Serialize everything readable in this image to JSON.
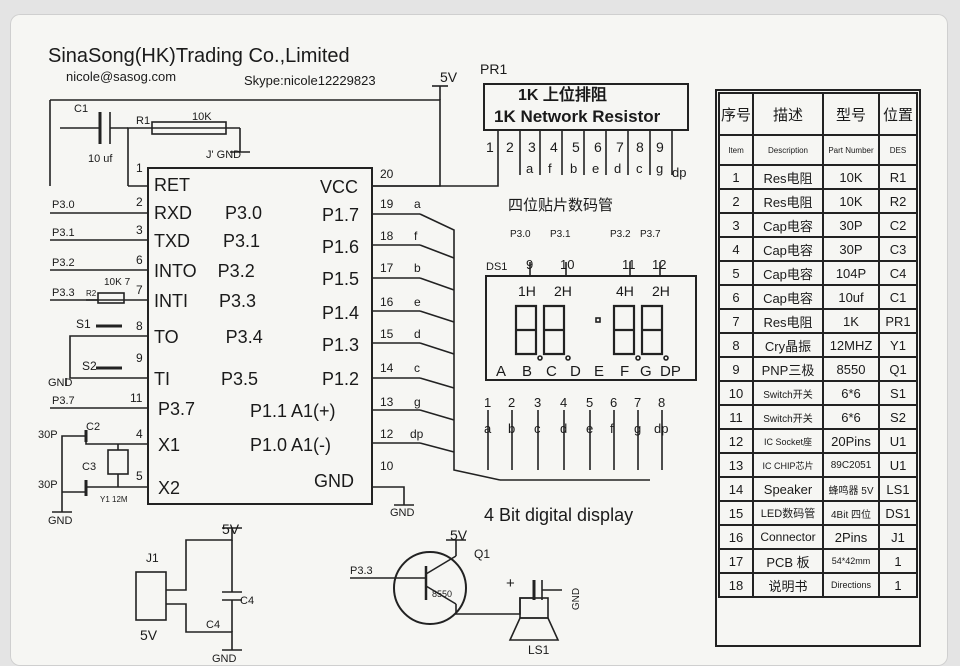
{
  "header": {
    "company": "SinaSong(HK)Trading Co.,Limited",
    "email": "nicole@sasog.com",
    "skype": "Skype:nicole12229823"
  },
  "labels": {
    "v5_top": "5V",
    "pr1": "PR1",
    "pr1_cn": "1K 上位排阻",
    "pr1_en": "1K Network Resistor",
    "c1": "C1",
    "c1_val": "10 uf",
    "r1": "R1",
    "r1_val": "10K",
    "j1_gnd": "J' GND",
    "r2": "R2",
    "r2_val": "10K 7",
    "s1": "S1",
    "s2": "S2",
    "gnd": "GND",
    "c2_val": "30P",
    "c2": "C2",
    "c3": "C3",
    "c3_val": "30P",
    "y1": "Y1 12M",
    "display_cn": "四位贴片数码管",
    "ds1": "DS1",
    "digit_title": "4 Bit digital display",
    "j1": "J1",
    "c4": "C4",
    "c4b": "C4",
    "v5_j1": "5V",
    "v5_j1b": "5V",
    "v5_q": "5V",
    "q1": "Q1",
    "q1_val": "8550",
    "p33": "P3.3",
    "ls1": "LS1",
    "plus": "+",
    "gnd_ls": "GND"
  },
  "mcu": {
    "left_pins": [
      "RET",
      "RXD P3.0",
      "TXD P3.1",
      "INTO P3.2",
      "INTI P3.3",
      "TO P3.4",
      "TI P3.5",
      "P3.7",
      "X1",
      "X2"
    ],
    "right_pins": [
      "VCC",
      "P1.7",
      "P1.6",
      "P1.5",
      "P1.4",
      "P1.3",
      "P1.2",
      "P1.1 A1(+)",
      "P1.0 A1(-)",
      "GND"
    ],
    "left_nums": [
      "1",
      "2",
      "3",
      "6",
      "7",
      "8",
      "9",
      "11",
      "4",
      "5"
    ],
    "right_nums": [
      "20",
      "19",
      "18",
      "17",
      "16",
      "15",
      "14",
      "13",
      "12",
      "10"
    ],
    "right_nets": [
      "a",
      "f",
      "b",
      "e",
      "d",
      "c",
      "g",
      "dp"
    ],
    "left_nets": [
      "P3.0",
      "P3.1",
      "P3.2",
      "P3.3",
      "P3.7"
    ]
  },
  "pr1": {
    "pins": [
      "1",
      "2",
      "3",
      "4",
      "5",
      "6",
      "7",
      "8",
      "9"
    ],
    "nets": [
      "a",
      "f",
      "b",
      "e",
      "d",
      "c",
      "g",
      "dp"
    ]
  },
  "display": {
    "top_nets": [
      "P3.0",
      "P3.1",
      "P3.2",
      "P3.7"
    ],
    "top_pins": [
      "9",
      "10",
      "11",
      "12"
    ],
    "digits": [
      "1H",
      "2H",
      "4H",
      "2H"
    ],
    "seg_letters": [
      "A",
      "B",
      "C",
      "D",
      "E",
      "F",
      "G",
      "DP"
    ],
    "bottom_pins": [
      "1",
      "2",
      "3",
      "4",
      "5",
      "6",
      "7",
      "8"
    ],
    "bottom_nets": [
      "a",
      "b",
      "c",
      "d",
      "e",
      "f",
      "g",
      "dp"
    ]
  },
  "bom": {
    "headers": [
      "序号",
      "描述",
      "型号",
      "位置"
    ],
    "subheaders": [
      "Item",
      "Description",
      "Part Number",
      "DES"
    ],
    "rows": [
      [
        "1",
        "Res电阻",
        "10K",
        "R1"
      ],
      [
        "2",
        "Res电阻",
        "10K",
        "R2"
      ],
      [
        "3",
        "Cap电容",
        "30P",
        "C2"
      ],
      [
        "4",
        "Cap电容",
        "30P",
        "C3"
      ],
      [
        "5",
        "Cap电容",
        "104P",
        "C4"
      ],
      [
        "6",
        "Cap电容",
        "10uf",
        "C1"
      ],
      [
        "7",
        "Res电阻",
        "1K",
        "PR1"
      ],
      [
        "8",
        "Cry晶振",
        "12MHZ",
        "Y1"
      ],
      [
        "9",
        "PNP三极",
        "8550",
        "Q1"
      ],
      [
        "10",
        "Switch开关",
        "6*6",
        "S1"
      ],
      [
        "11",
        "Switch开关",
        "6*6",
        "S2"
      ],
      [
        "12",
        "IC Socket座",
        "20Pins",
        "U1"
      ],
      [
        "13",
        "IC CHIP芯片",
        "89C2051",
        "U1"
      ],
      [
        "14",
        "Speaker",
        "蜂鸣器 5V",
        "LS1"
      ],
      [
        "15",
        "LED数码管",
        "4Bit 四位",
        "DS1"
      ],
      [
        "16",
        "Connector",
        "2Pins",
        "J1"
      ],
      [
        "17",
        "PCB 板",
        "54*42mm",
        "1"
      ],
      [
        "18",
        "说明书",
        "Directions",
        "1"
      ]
    ]
  }
}
